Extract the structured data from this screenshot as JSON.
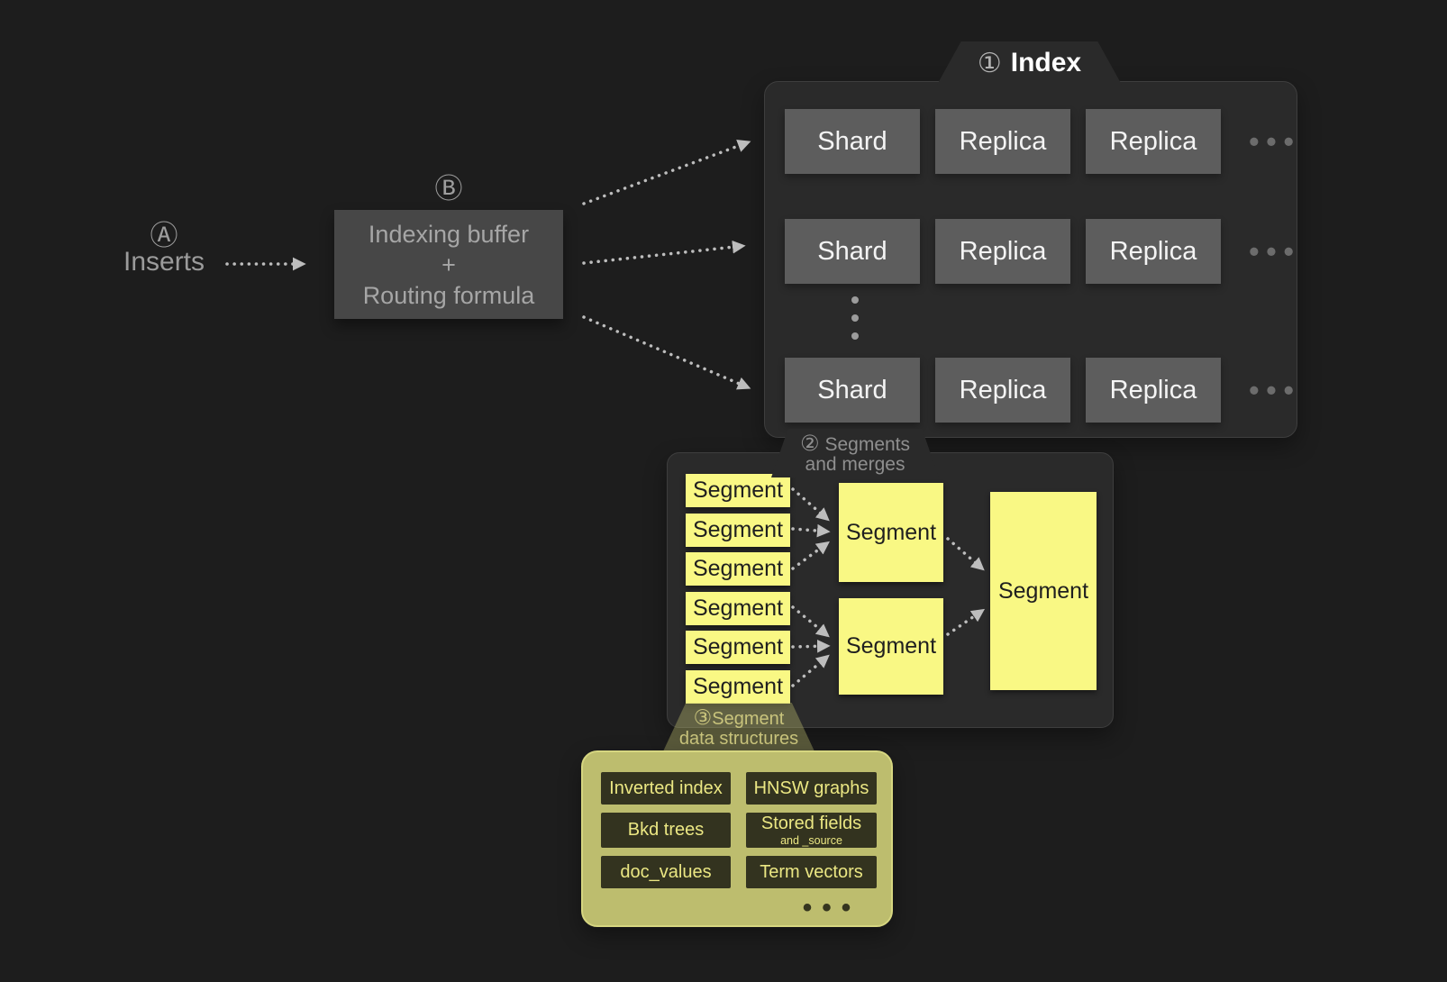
{
  "colors": {
    "bg": "#1d1d1d",
    "panel": "#2a2a2a",
    "panel_border": "#3e3e3e",
    "buffer_box": "#474747",
    "buffer_text": "#a6a6a6",
    "cell": "#5d5d5d",
    "cell_text": "#f4f4f4",
    "muted": "#8f8f8f",
    "ellipsis": "#6c6c6c",
    "arrow": "#bdbdbd",
    "yellow": "#f9f884",
    "yellow_text": "#1f1f1f",
    "olive_panel": "#bdbd6e",
    "olive_border": "#d6d680",
    "olive_tab_text": "#c9c47c",
    "item_box": "#33331f",
    "item_text": "#ebe783",
    "dots_dark": "#35351f"
  },
  "inserts": {
    "badge": "Ⓐ",
    "label": "Inserts"
  },
  "buffer": {
    "badge": "Ⓑ",
    "line1": "Indexing buffer",
    "line2": "+",
    "line3": "Routing formula"
  },
  "index": {
    "badge": "①",
    "title": "Index",
    "ellipsis": "•••",
    "rows": [
      {
        "cells": [
          "Shard",
          "Replica",
          "Replica"
        ]
      },
      {
        "cells": [
          "Shard",
          "Replica",
          "Replica"
        ]
      },
      {
        "cells": [
          "Shard",
          "Replica",
          "Replica"
        ]
      }
    ]
  },
  "segments": {
    "badge": "②",
    "title_line1": "Segments",
    "title_line2": "and merges",
    "sources": [
      "Segment",
      "Segment",
      "Segment",
      "Segment",
      "Segment",
      "Segment"
    ],
    "merged": [
      "Segment",
      "Segment"
    ],
    "final": "Segment"
  },
  "structures": {
    "badge": "③",
    "title_line1": "Segment",
    "title_line2": "data structures",
    "items": [
      "Inverted index",
      "HNSW graphs",
      "Bkd trees",
      "Stored fields",
      "doc_values",
      "Term vectors"
    ],
    "stored_fields_sub": "and _source",
    "ellipsis": "•••"
  }
}
